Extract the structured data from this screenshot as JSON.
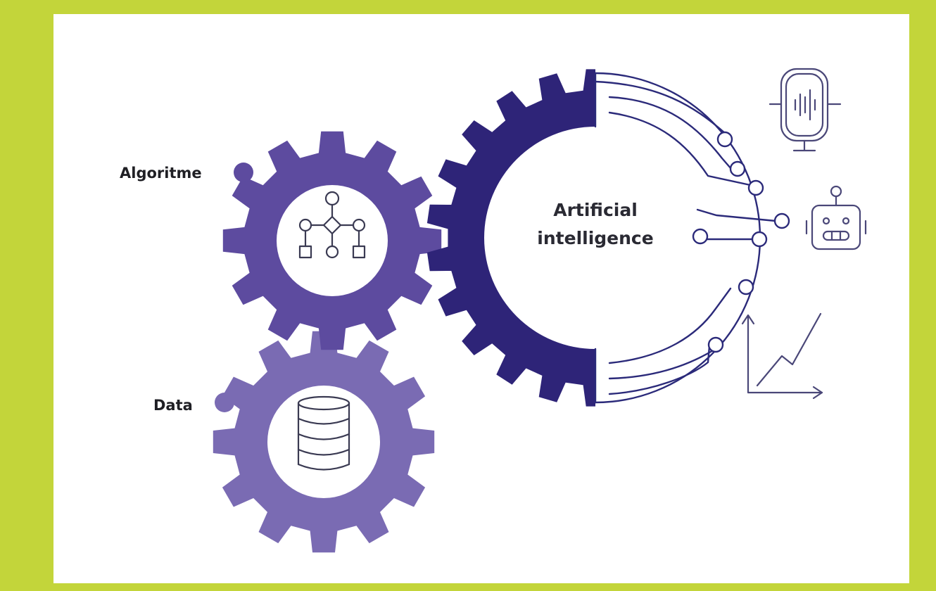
{
  "diagram": {
    "labels": {
      "algorithm": "Algoritme",
      "data": "Data",
      "ai_line1": "Artificial",
      "ai_line2": "intelligence"
    },
    "gears": [
      {
        "role": "algorithm",
        "color": "#5d4b9f",
        "icon": "flowchart-icon"
      },
      {
        "role": "data",
        "color": "#7a6bb3",
        "icon": "database-icon"
      },
      {
        "role": "artificial-intelligence",
        "color": "#2e2478",
        "icon": "circuit-icon"
      }
    ],
    "icons": [
      "microphone-icon",
      "robot-icon",
      "line-chart-icon"
    ],
    "colors": {
      "border": "#c3d53a",
      "panel": "#ffffff",
      "circuit": "#2b2a7a"
    }
  }
}
